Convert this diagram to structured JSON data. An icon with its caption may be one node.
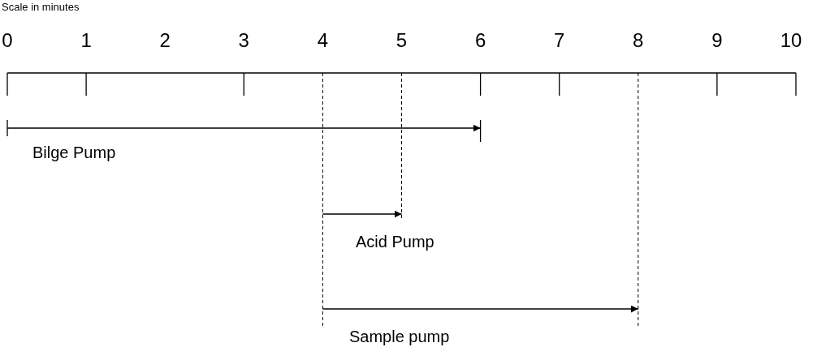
{
  "diagram": {
    "title": "Scale in minutes",
    "labels": [
      "0",
      "1",
      "2",
      "3",
      "4",
      "5",
      "6",
      "7",
      "8",
      "9",
      "10",
      "Bilge Pump",
      "Acid Pump",
      "Sample pump"
    ]
  }
}
